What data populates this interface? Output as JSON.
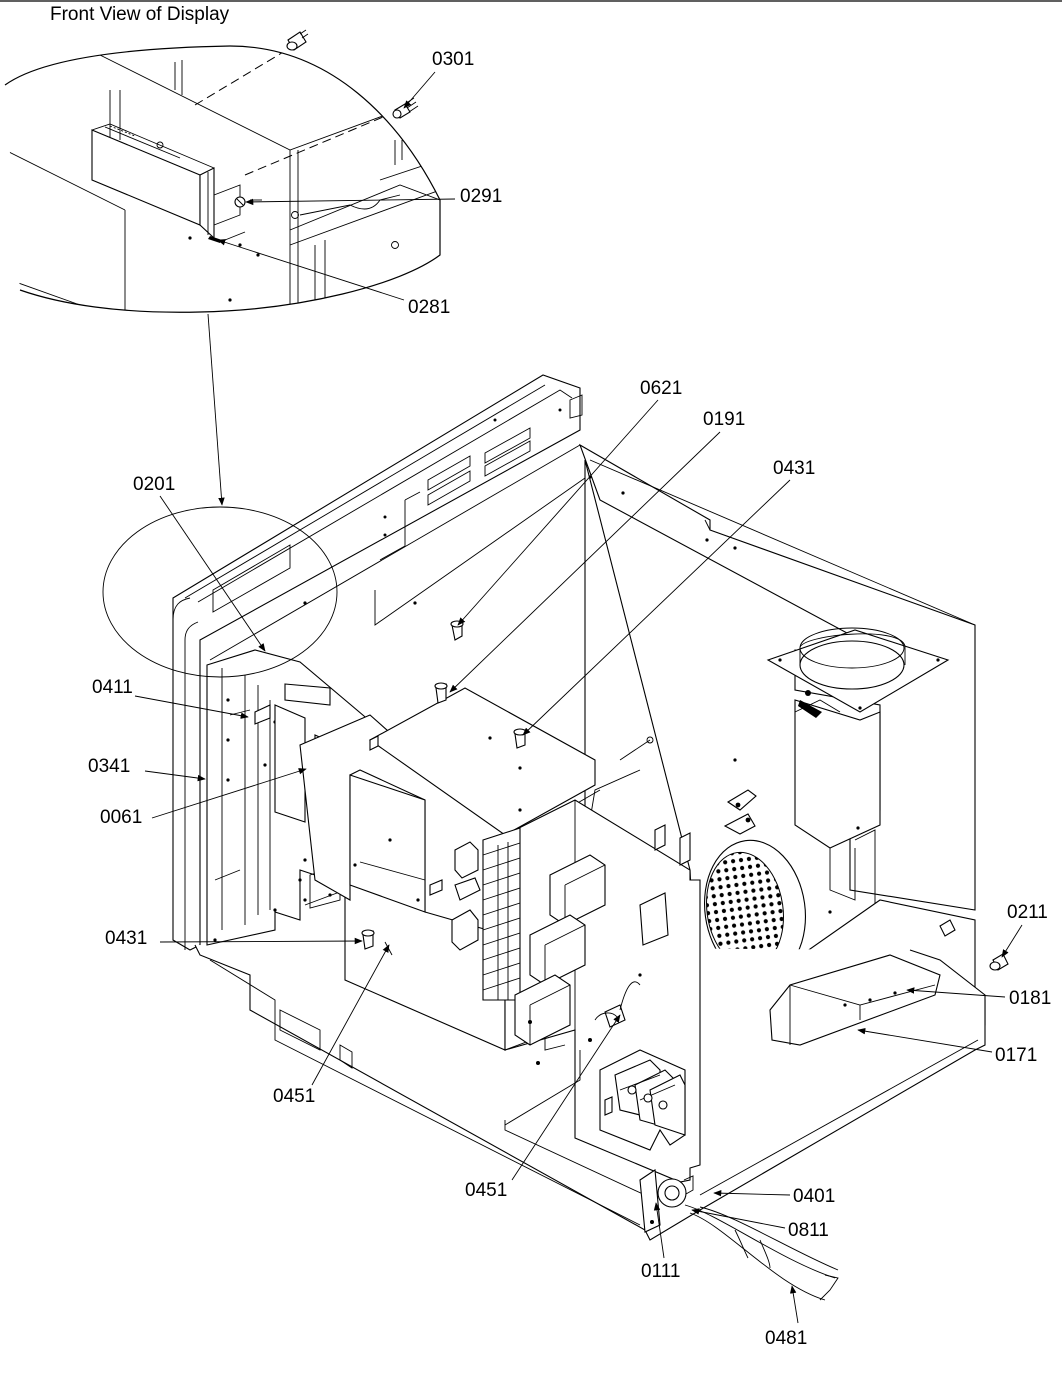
{
  "title": "Front View of Display",
  "callouts": {
    "c0301": "0301",
    "c0291": "0291",
    "c0281": "0281",
    "c0621": "0621",
    "c0191": "0191",
    "c0431_top": "0431",
    "c0201": "0201",
    "c0411": "0411",
    "c0341": "0341",
    "c0061": "0061",
    "c0431_left": "0431",
    "c0451_left": "0451",
    "c0211": "0211",
    "c0181": "0181",
    "c0171": "0171",
    "c0451_bottom": "0451",
    "c0401": "0401",
    "c0811": "0811",
    "c0111": "0111",
    "c0481": "0481"
  }
}
